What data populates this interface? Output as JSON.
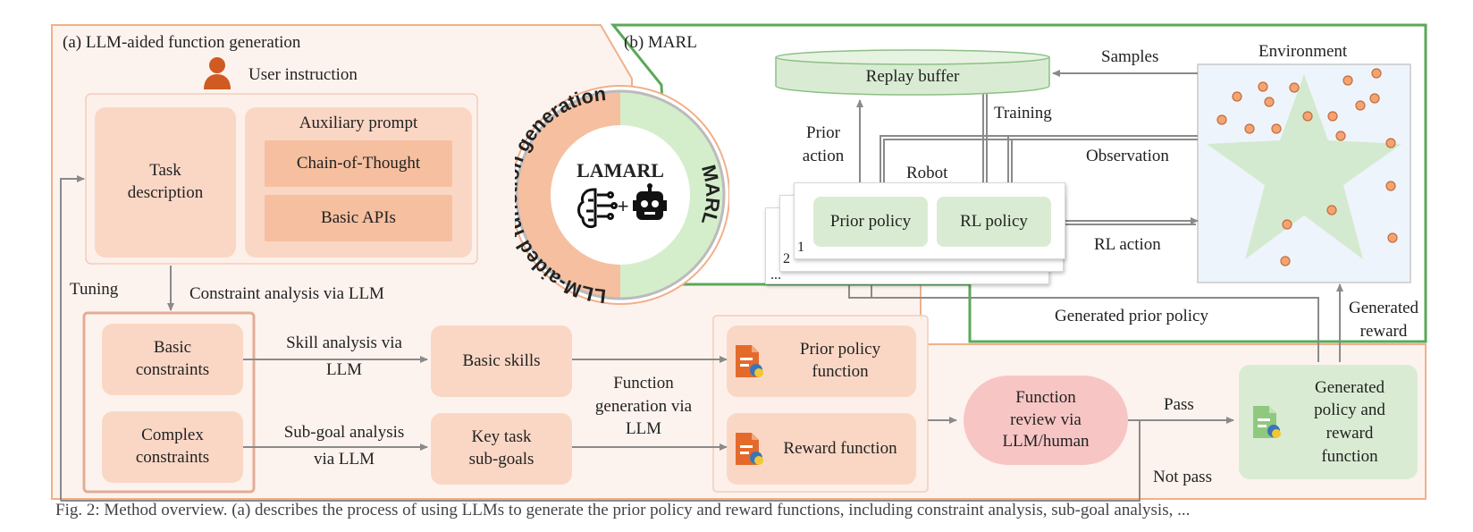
{
  "panel_a": {
    "title": "(a) LLM-aided function generation",
    "user_instruction": "User instruction",
    "task_description": [
      "Task",
      "description"
    ],
    "auxiliary_prompt": "Auxiliary prompt",
    "chain_of_thought": "Chain-of-Thought",
    "basic_apis": "Basic APIs",
    "tuning": "Tuning",
    "constraint_analysis": "Constraint analysis via LLM",
    "basic_constraints": [
      "Basic",
      "constraints"
    ],
    "complex_constraints": [
      "Complex",
      "constraints"
    ],
    "skill_analysis": [
      "Skill analysis via",
      "LLM"
    ],
    "subgoal_analysis": [
      "Sub-goal analysis",
      "via LLM"
    ],
    "basic_skills": "Basic skills",
    "key_task_subgoals": [
      "Key task",
      "sub-goals"
    ],
    "function_generation": [
      "Function",
      "generation via",
      "LLM"
    ],
    "prior_policy_function": [
      "Prior policy",
      "function"
    ],
    "reward_function": "Reward function",
    "function_review": [
      "Function",
      "review via",
      "LLM/human"
    ],
    "pass": "Pass",
    "not_pass": "Not pass",
    "generated_policy": [
      "Generated",
      "policy and",
      "reward",
      "function"
    ]
  },
  "center": {
    "name": "LAMARL",
    "ring_left": "LLM-aided function generation",
    "ring_right": "MARL",
    "plus": "+"
  },
  "panel_b": {
    "title": "(b) MARL",
    "replay_buffer": "Replay buffer",
    "samples": "Samples",
    "environment": "Environment",
    "training": "Training",
    "prior_action": [
      "Prior",
      "action"
    ],
    "observation": "Observation",
    "robot": "Robot",
    "prior_policy": "Prior policy",
    "rl_policy": "RL policy",
    "rl_action": "RL action",
    "card_numbers": [
      "1",
      "2",
      "..."
    ],
    "generated_prior_policy": "Generated prior policy",
    "generated_reward": [
      "Generated",
      "reward"
    ]
  },
  "caption": "Fig. 2: Method overview. (a) describes the process of using LLMs to generate the prior policy and reward functions, including constraint analysis, sub-goal analysis, ...",
  "colors": {
    "panel_a_border": "#f0b08a",
    "panel_a_fill": "#fdf3ee",
    "panel_b_border": "#5aa85a",
    "peach": "#fad7c5",
    "deep_peach": "#f6bf9f",
    "green": "#d9ecd3",
    "review_pink": "#f7c6c4",
    "dot": "#f2a472"
  },
  "icons": {
    "user": "person-icon",
    "brain": "brain-circuit-icon",
    "robot": "robot-head-icon",
    "file": "python-file-icon"
  }
}
